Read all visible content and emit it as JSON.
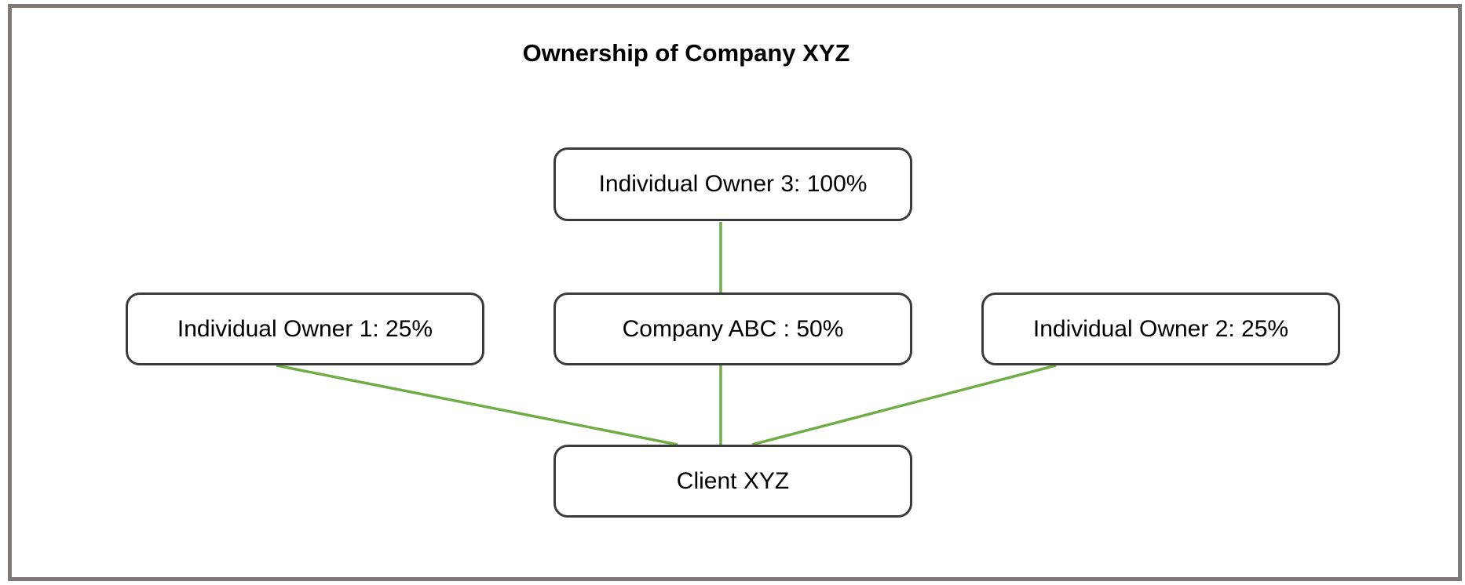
{
  "diagram": {
    "title": "Ownership of Company XYZ",
    "nodes": [
      {
        "id": "owner3",
        "label": "Individual Owner 3: 100%"
      },
      {
        "id": "owner1",
        "label": "Individual Owner 1: 25%"
      },
      {
        "id": "company",
        "label": "Company ABC : 50%"
      },
      {
        "id": "owner2",
        "label": "Individual Owner 2: 25%"
      },
      {
        "id": "client",
        "label": "Client XYZ"
      }
    ],
    "edges": [
      {
        "from": "Individual Owner 3: 100%",
        "to": "Company ABC : 50%"
      },
      {
        "from": "Company ABC : 50%",
        "to": "Client XYZ"
      },
      {
        "from": "Individual Owner 1: 25%",
        "to": "Client XYZ"
      },
      {
        "from": "Individual Owner 2: 25%",
        "to": "Client XYZ"
      }
    ],
    "colors": {
      "connector": "#70ad47",
      "node_border": "#3b3b3b",
      "frame_border": "#7e7a77",
      "background": "#ffffff",
      "text": "#000000"
    }
  }
}
